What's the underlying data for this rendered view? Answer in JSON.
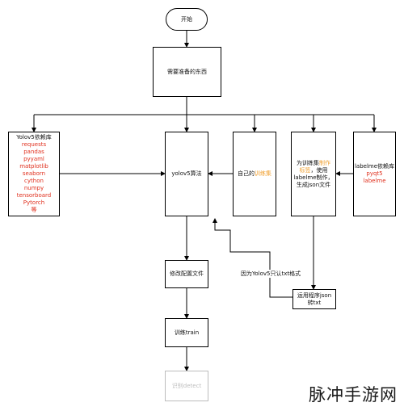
{
  "nodes": {
    "start": "开始",
    "prepare": "需要准备的东西",
    "yolo_deps_title": "Yolov5依赖库",
    "yolo_deps_items": [
      "requests",
      "pandas",
      "pyyaml",
      "matplotlib",
      "seaborn",
      "cython",
      "numpy",
      "tensorboard",
      "Pytorch",
      "等"
    ],
    "yolo_algo": "yolov5算法",
    "own_dataset_prefix": "自己的",
    "own_dataset_highlight": "训练集",
    "make_dataset_line1": "为训练集",
    "make_dataset_line1_hl": "制作",
    "make_dataset_line2_hl": "标签",
    "make_dataset_line2": "，使用",
    "make_dataset_line3": "labelme制作，",
    "make_dataset_line4": "生成json文件",
    "labelme_deps_title": "labelme依赖库",
    "labelme_deps_items": [
      "pyqt5",
      "labelme"
    ],
    "modify_config": "修改配置文件",
    "train": "训练train",
    "detect": "识别detect",
    "json_to_txt_line1": "运用程序json",
    "json_to_txt_line2": "转txt"
  },
  "edge_labels": {
    "txt_reason": "因为Yolov5只认txt格式"
  },
  "watermark": "脉冲手游网",
  "colors": {
    "line": "#000000",
    "highlight_red": "#e0301e",
    "highlight_orange": "#f0a030",
    "faded": "#bdbdbd"
  }
}
